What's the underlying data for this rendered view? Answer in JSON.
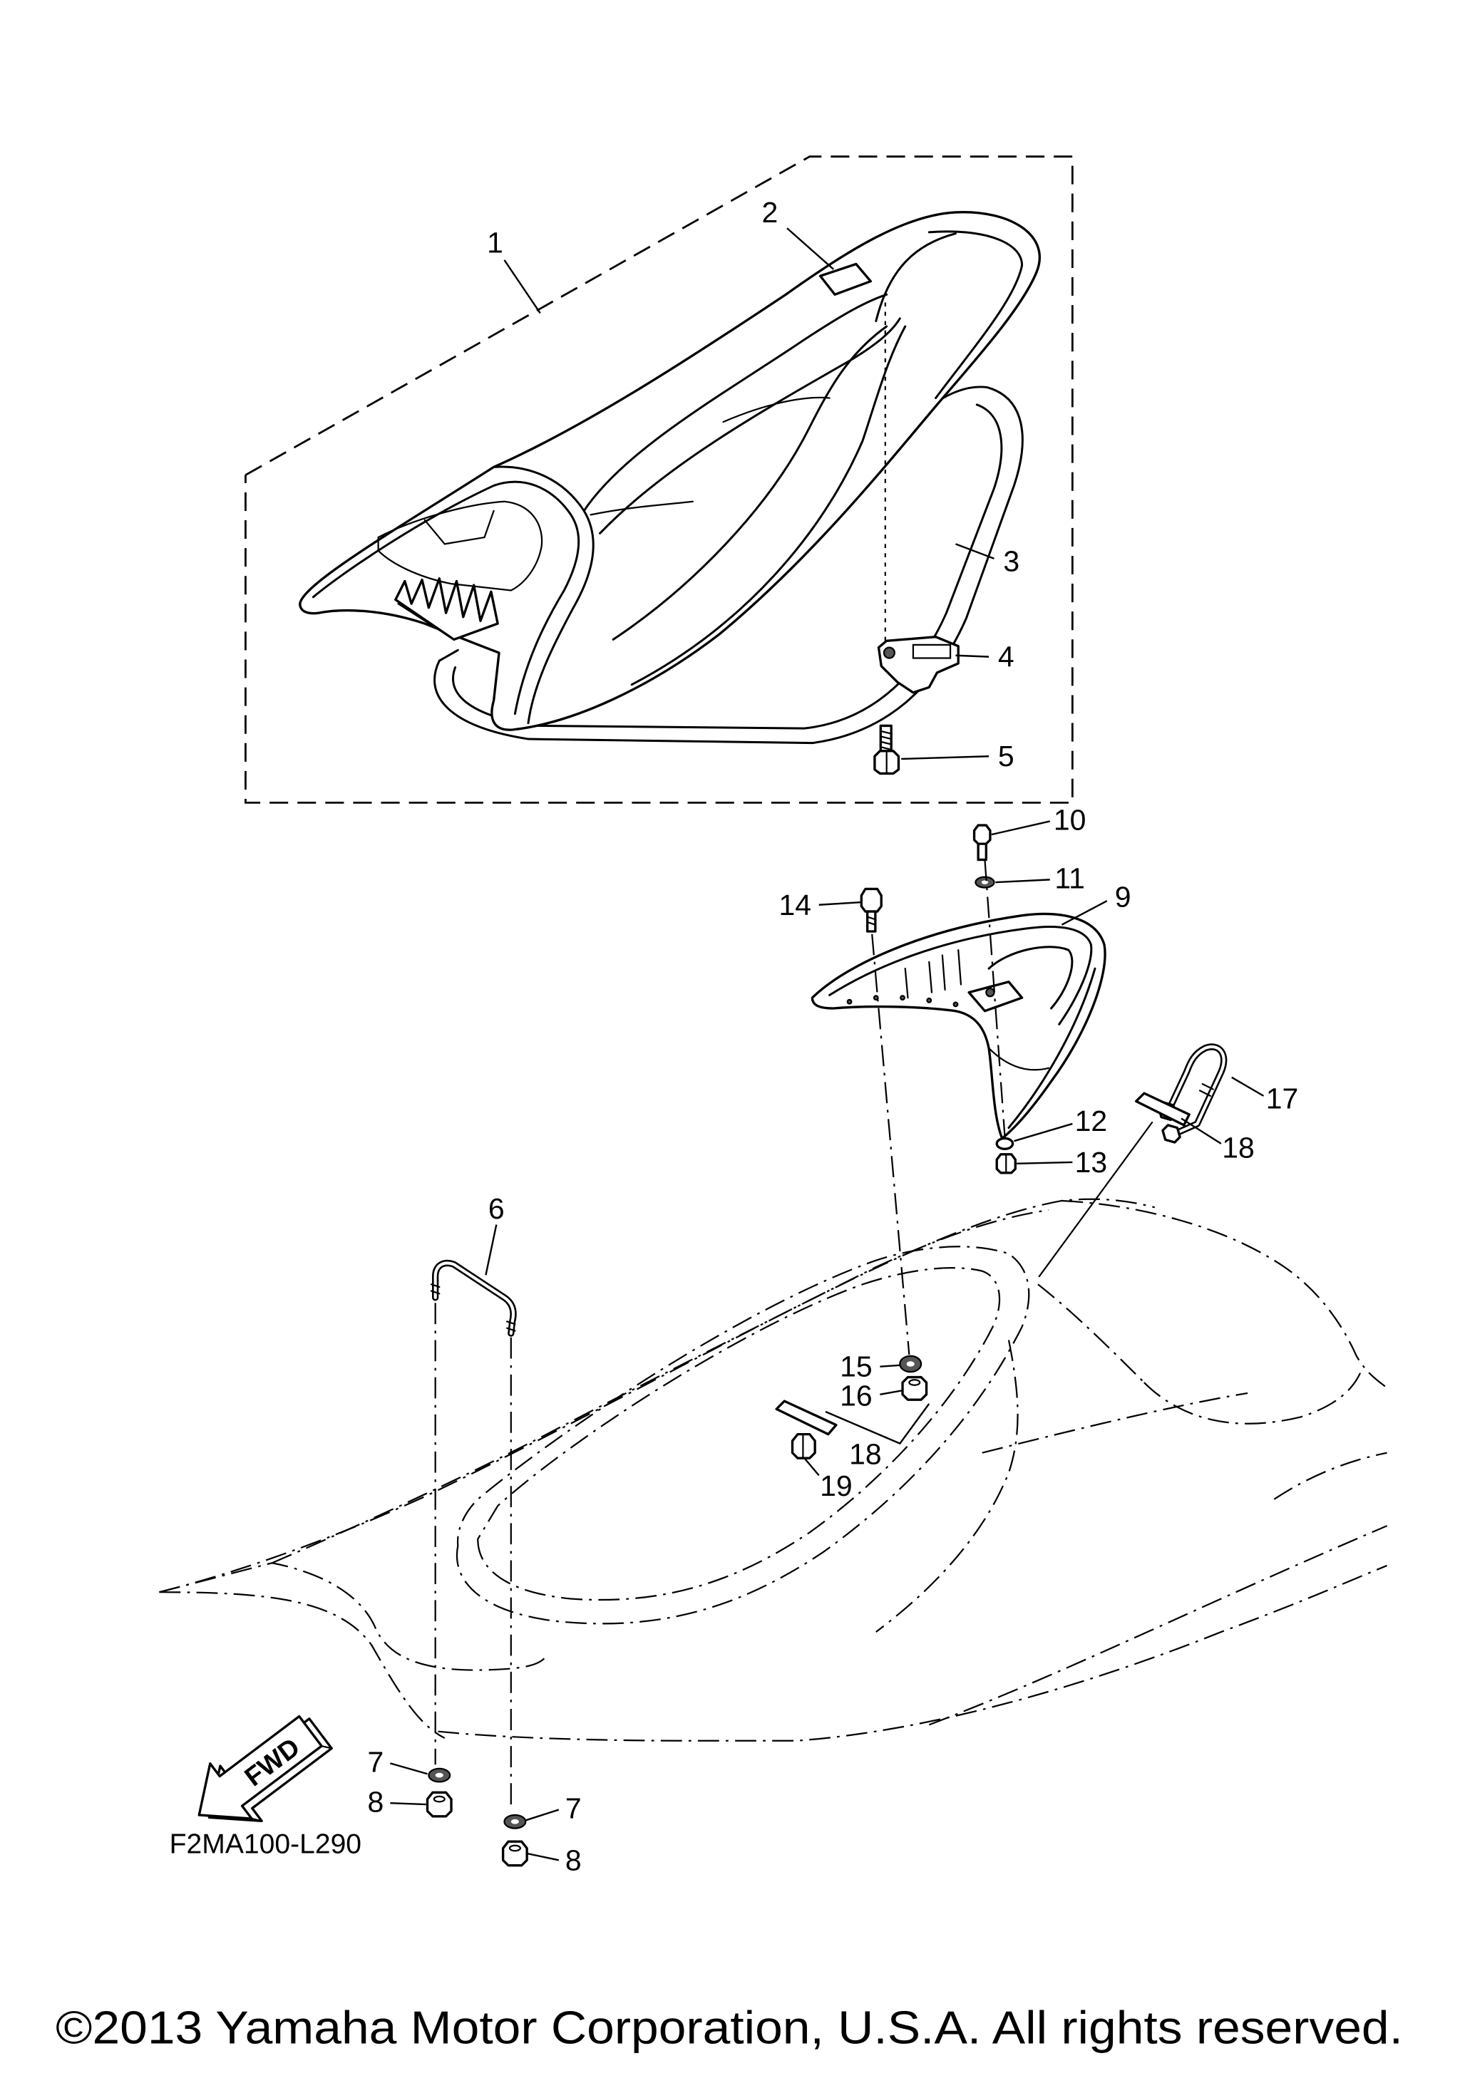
{
  "diagram": {
    "callouts": [
      "1",
      "2",
      "3",
      "4",
      "5",
      "10",
      "11",
      "9",
      "14",
      "12",
      "13",
      "17",
      "18",
      "6",
      "15",
      "16",
      "18",
      "19",
      "7",
      "8",
      "7",
      "8"
    ],
    "fwd_label": "FWD",
    "code": "F2MA100-L290"
  },
  "footer": {
    "copyright": "©2013 Yamaha Motor Corporation, U.S.A. All rights reserved."
  }
}
